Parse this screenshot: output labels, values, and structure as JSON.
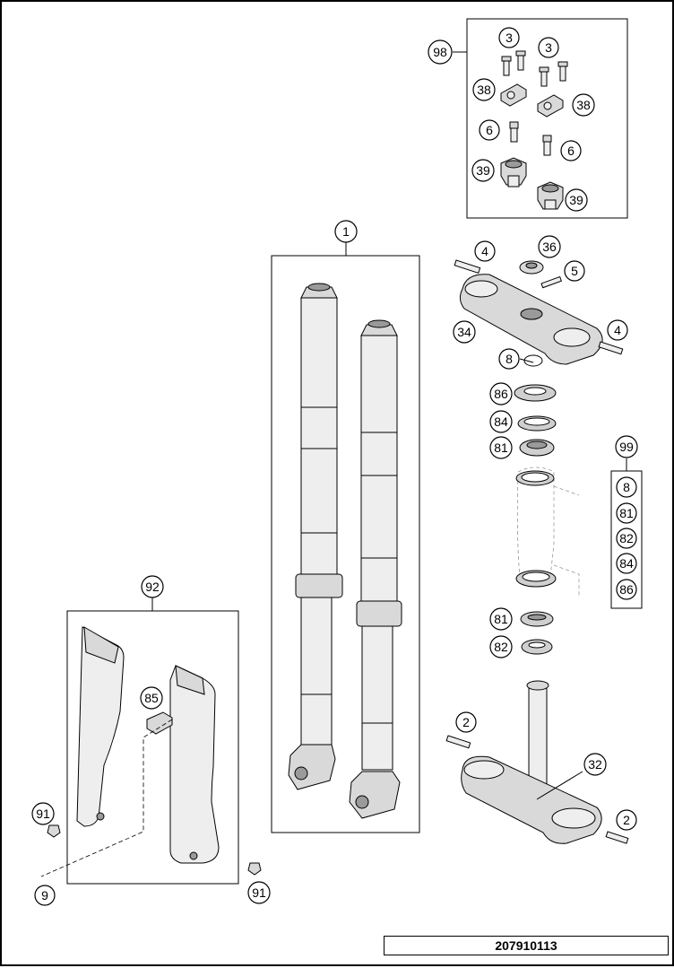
{
  "drawing_number": "207910113",
  "callouts": {
    "c98": "98",
    "c3a": "3",
    "c3b": "3",
    "c38a": "38",
    "c38b": "38",
    "c6a": "6",
    "c6b": "6",
    "c39a": "39",
    "c39b": "39",
    "c1": "1",
    "c4a": "4",
    "c36": "36",
    "c5": "5",
    "c34": "34",
    "c4b": "4",
    "c8": "8",
    "c86": "86",
    "c84": "84",
    "c81a": "81",
    "c99": "99",
    "k8": "8",
    "k81": "81",
    "k82": "82",
    "k84": "84",
    "k86": "86",
    "c81b": "81",
    "c82": "82",
    "c92": "92",
    "c85": "85",
    "c2a": "2",
    "c32": "32",
    "c2b": "2",
    "c91a": "91",
    "c9": "9",
    "c91b": "91"
  }
}
